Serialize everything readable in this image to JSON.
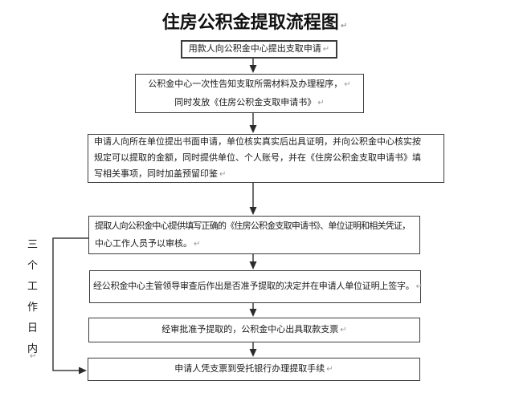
{
  "title": {
    "text": "住房公积金提取流程图"
  },
  "glyphs": {
    "return_mark": "↵"
  },
  "side_label": {
    "meaning": "three-working-days-duration",
    "chars": [
      "三",
      "个",
      "工",
      "作",
      "日",
      "内"
    ]
  },
  "boxes": [
    {
      "step": 1,
      "lines": [
        "用款人向公积金中心提出支取申请"
      ]
    },
    {
      "step": 2,
      "lines": [
        "公积金中心一次性告知支取所需材料及办理程序，",
        "同时发放《住房公积金支取申请书》"
      ]
    },
    {
      "step": 3,
      "lines": [
        "申请人向所在单位提出书面申请，单位核实真实后出具证明，并向公积金中心核实按",
        "规定可以提取的金额，同时提供单位、个人账号，并在《住房公积金支取申请书》填",
        "写相关事项，同时加盖预留印鉴"
      ]
    },
    {
      "step": 4,
      "lines": [
        "提取人向公积金中心提供填写正确的《住房公积金支取申请书》、单位证明和相关凭证，",
        "中心工作人员予以审核。"
      ]
    },
    {
      "step": 5,
      "lines": [
        "经公积金中心主管领导审查后作出是否准予提取的决定并在申请人单位证明上签字。"
      ]
    },
    {
      "step": 6,
      "lines": [
        "经审批准予提取的，公积金中心出具取款支票"
      ]
    },
    {
      "step": 7,
      "lines": [
        "申请人凭支票到受托银行办理提取手续"
      ]
    }
  ],
  "colors": {
    "background": "#ffffff",
    "line": "#3d3d3d",
    "arrow_fill": "#2b2b2b",
    "text": "#1a1a1a",
    "return_mark": "#979797"
  }
}
